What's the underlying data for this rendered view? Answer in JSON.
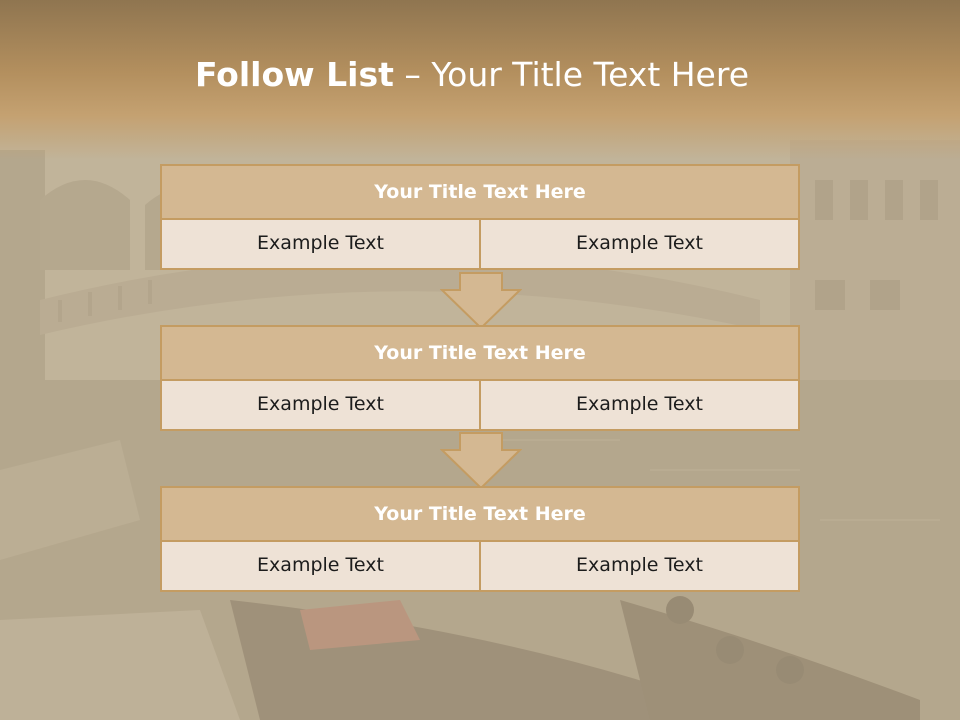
{
  "slide": {
    "title_bold": "Follow List",
    "title_rest": "– Your Title Text Here"
  },
  "steps": [
    {
      "title": "Your Title Text Here",
      "cells": [
        "Example Text",
        "Example Text"
      ]
    },
    {
      "title": "Your Title Text Here",
      "cells": [
        "Example Text",
        "Example Text"
      ]
    },
    {
      "title": "Your Title Text Here",
      "cells": [
        "Example Text",
        "Example Text"
      ]
    }
  ],
  "colors": {
    "header_band": "#b38f5e",
    "box_title_fill": "#d4b892",
    "box_border": "#c49c62",
    "cell_fill": "#eee2d6",
    "arrow_fill": "#d4b892"
  }
}
